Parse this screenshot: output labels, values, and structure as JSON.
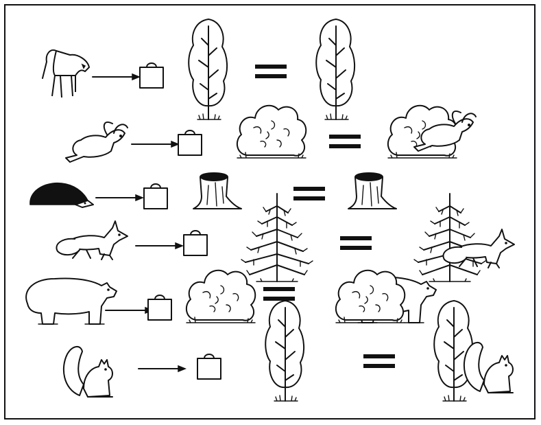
{
  "puzzle": {
    "rows": [
      {
        "animal": "wolf",
        "hiding_place": "birch-tree",
        "result": "wolf-behind-birch-tree"
      },
      {
        "animal": "hare",
        "hiding_place": "bush",
        "result": "hare-behind-bush"
      },
      {
        "animal": "hedgehog",
        "hiding_place": "tree-stump",
        "result": "hedgehog-behind-stump"
      },
      {
        "animal": "fox",
        "hiding_place": "fir-tree",
        "result": "fox-behind-fir-tree"
      },
      {
        "animal": "bear",
        "hiding_place": "bush",
        "result": "bear-behind-bush"
      },
      {
        "animal": "squirrel",
        "hiding_place": "birch-tree",
        "result": "squirrel-behind-birch-tree"
      }
    ],
    "icons": {
      "arrow": "arrow-right-icon",
      "bag": "bag-icon",
      "equals": "equals-sign"
    }
  }
}
